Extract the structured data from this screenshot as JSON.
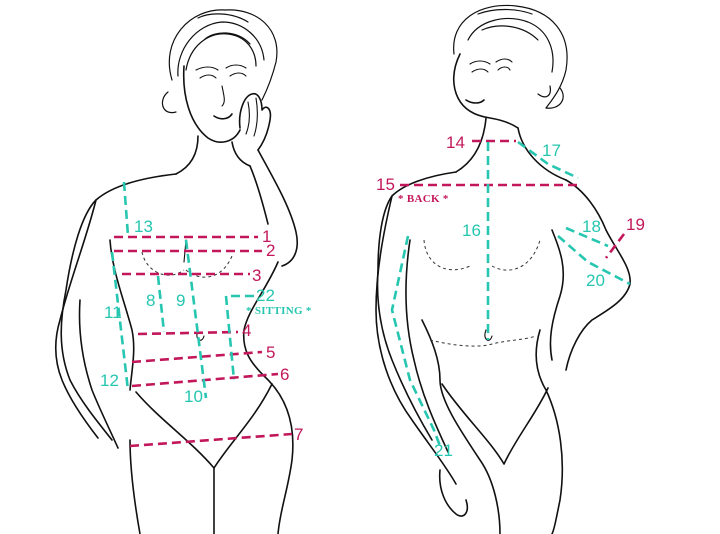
{
  "colors": {
    "circumference": "#c2185b",
    "length": "#26c6b0",
    "outline": "#111111"
  },
  "front": {
    "labels": {
      "m1": "1",
      "m2": "2",
      "m3": "3",
      "m4": "4",
      "m5": "5",
      "m6": "6",
      "m7": "7",
      "m8": "8",
      "m9": "9",
      "m10": "10",
      "m11": "11",
      "m12": "12",
      "m13": "13",
      "m22": "22"
    },
    "note_sitting": "* SITTING *"
  },
  "back": {
    "labels": {
      "m14": "14",
      "m15": "15",
      "m16": "16",
      "m17": "17",
      "m18": "18",
      "m19": "19",
      "m20": "20",
      "m21": "21"
    },
    "note_back": "* BACK *"
  }
}
